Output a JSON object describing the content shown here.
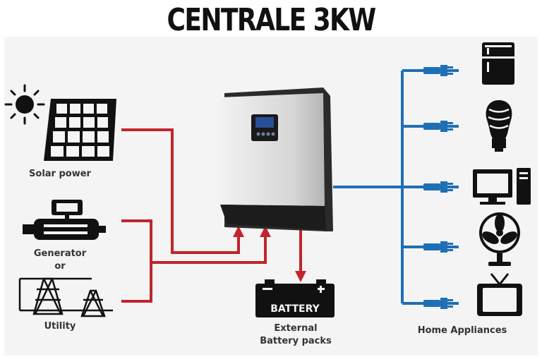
{
  "title": "CENTRALE 3KW",
  "labels": {
    "solar": "Solar power",
    "generator": "Generator",
    "or": "or",
    "utility": "Utility",
    "battery_word": "BATTERY",
    "battery_line1": "External",
    "battery_line2": "Battery packs",
    "appliances": "Home Appliances"
  },
  "icons": [
    "sun-icon",
    "solar-panel-icon",
    "generator-icon",
    "power-tower-icon",
    "inverter-icon",
    "battery-icon",
    "fridge-icon",
    "bulb-icon",
    "computer-icon",
    "fan-icon",
    "tv-icon",
    "plug-icon"
  ],
  "colors": {
    "input_lines": "#c0252b",
    "output_lines": "#1f6fb5",
    "inverter_body": "#d9d9d9",
    "inverter_dark": "#222222",
    "display": "#2a4f9a"
  }
}
